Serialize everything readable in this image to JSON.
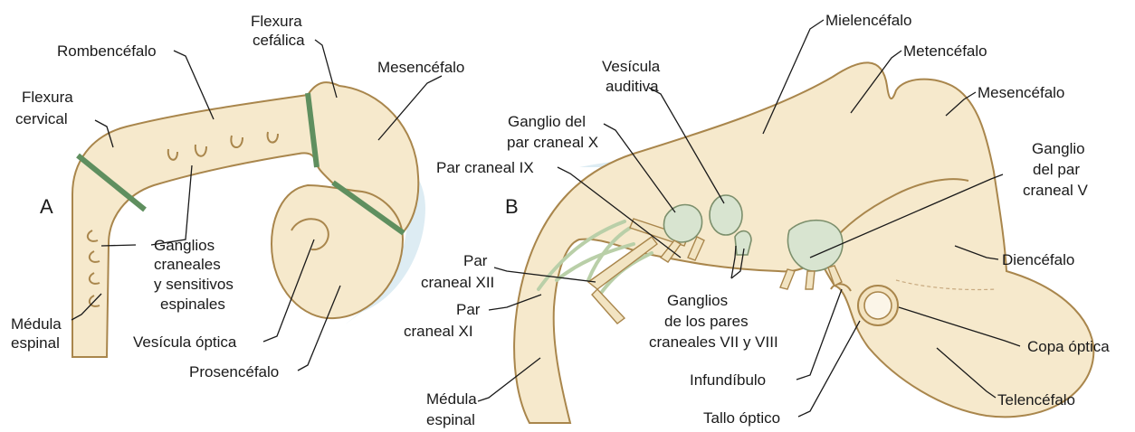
{
  "panels": {
    "a": "A",
    "b": "B"
  },
  "labels_a": {
    "rombencefalo": "Rombencéfalo",
    "flexura_cefalica_1": "Flexura",
    "flexura_cefalica_2": "cefálica",
    "flexura_cervical_1": "Flexura",
    "flexura_cervical_2": "cervical",
    "mesencefalo": "Mesencéfalo",
    "ganglios_1": "Ganglios",
    "ganglios_2": "craneales",
    "ganglios_3": "y sensitivos",
    "ganglios_4": "espinales",
    "medula_1": "Médula",
    "medula_2": "espinal",
    "vesicula_optica": "Vesícula óptica",
    "prosencefalo": "Prosencéfalo"
  },
  "labels_b": {
    "mielencefalo": "Mielencéfalo",
    "metencefalo": "Metencéfalo",
    "vesicula_auditiva_1": "Vesícula",
    "vesicula_auditiva_2": "auditiva",
    "mesencefalo": "Mesencéfalo",
    "ganglio_x_1": "Ganglio del",
    "ganglio_x_2": "par craneal X",
    "ganglio_v_1": "Ganglio",
    "ganglio_v_2": "del par",
    "ganglio_v_3": "craneal V",
    "par_ix": "Par craneal IX",
    "par_xii_1": "Par",
    "par_xii_2": "craneal XII",
    "par_xi_1": "Par",
    "par_xi_2": "craneal XI",
    "diencefalo": "Diencéfalo",
    "ganglios_vii_viii_1": "Ganglios",
    "ganglios_vii_viii_2": "de los pares",
    "ganglios_vii_viii_3": "craneales VII y VIII",
    "copa_optica": "Copa óptica",
    "infundibulo": "Infundíbulo",
    "telencefalo": "Telencéfalo",
    "medula_1": "Médula",
    "medula_2": "espinal",
    "tallo_optico": "Tallo óptico"
  },
  "colors": {
    "tissue": "#f6e9cc",
    "outline": "#a9864c",
    "flexure_marks": "#5f8f5f",
    "ganglia": "#d8e4d0",
    "shadow": "#cfe4ee"
  }
}
